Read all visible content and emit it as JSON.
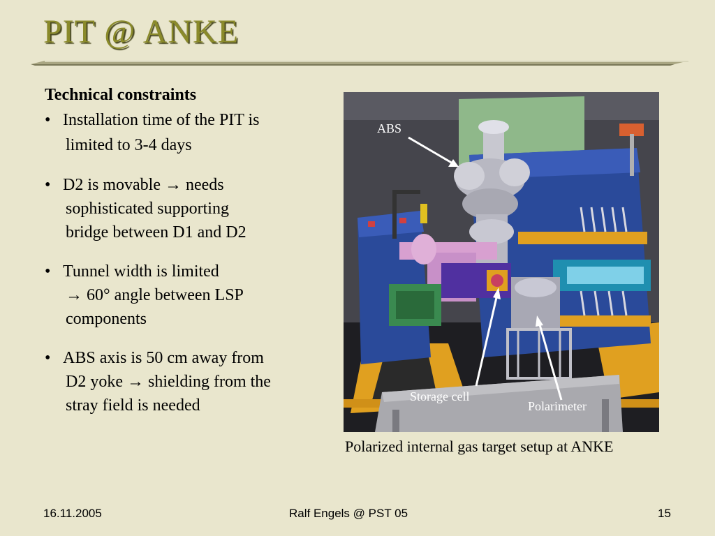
{
  "slide": {
    "title": "PIT @ ANKE",
    "heading": "Technical constraints",
    "bullet_char": "•",
    "bullets": [
      {
        "lines": [
          "Installation time of the PIT is",
          "limited to 3-4 days"
        ]
      },
      {
        "lines": [
          "D2 is movable → needs",
          "sophisticated supporting",
          "bridge between D1 and D2"
        ]
      },
      {
        "lines": [
          "Tunnel width is limited",
          "→ 60° angle between LSP",
          "components"
        ]
      },
      {
        "lines": [
          "ABS axis is 50 cm away from",
          "D2 yoke → shielding from the",
          "stray field is needed"
        ]
      }
    ],
    "figure": {
      "labels": {
        "abs": "ABS",
        "storage_cell": "Storage cell",
        "polarimeter": "Polarimeter"
      },
      "caption": "Polarized internal gas target setup at ANKE"
    },
    "footer": {
      "date": "16.11.2005",
      "center": "Ralf Engels @ PST 05",
      "page": "15"
    },
    "colors": {
      "background": "#e9e6cd",
      "title": "#8a8a2a",
      "magnet_blue": "#2a4a9a",
      "support_yellow": "#e0a020"
    }
  }
}
